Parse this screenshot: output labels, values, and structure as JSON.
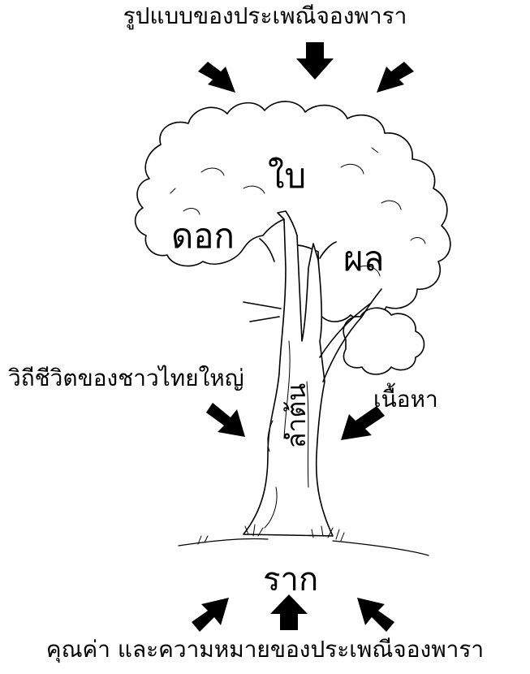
{
  "captions": {
    "top": "รูปแบบของประเพณีจองพารา",
    "middle_left": "วิถีชีวิตของชาวไทยใหญ่",
    "middle_right": "เนื้อหา",
    "bottom": "คุณค่า และความหมายของประเพณีจองพารา"
  },
  "tree_parts": {
    "leaf": "ใบ",
    "flower": "ดอก",
    "fruit": "ผล",
    "trunk": "ลำต้น",
    "root": "ราก"
  },
  "icons": [
    "arrow-icon",
    "tree-icon"
  ],
  "colors": {
    "ink": "#000000",
    "background": "#ffffff"
  }
}
